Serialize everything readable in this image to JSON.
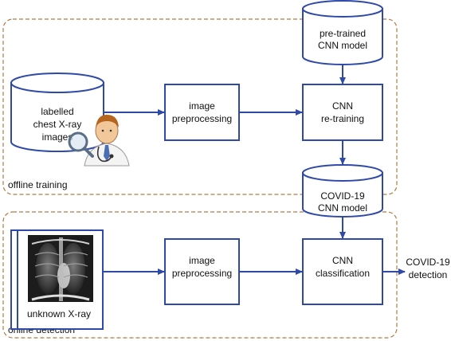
{
  "colors": {
    "box_stroke": "#2e49a8",
    "arrow": "#2e49a8",
    "region_border": "#b07a45",
    "text": "#111111"
  },
  "regions": {
    "offline": "offline training",
    "online": "online detection"
  },
  "nodes": {
    "labelled_images": [
      "labelled",
      "chest X-ray",
      "images"
    ],
    "pretrained_model": [
      "pre-trained",
      "CNN model"
    ],
    "preproc_offline": [
      "image",
      "preprocessing"
    ],
    "cnn_retraining": [
      "CNN",
      "re-training"
    ],
    "covid_model": [
      "COVID-19",
      "CNN model"
    ],
    "preproc_online": [
      "image",
      "preprocessing"
    ],
    "cnn_classification": [
      "CNN",
      "classification"
    ],
    "unknown_xray": "unknown X-ray",
    "output": [
      "COVID-19",
      "detection"
    ]
  },
  "icons": {
    "doctor": "doctor-with-magnifier-icon",
    "xray": "chest-xray-image"
  }
}
